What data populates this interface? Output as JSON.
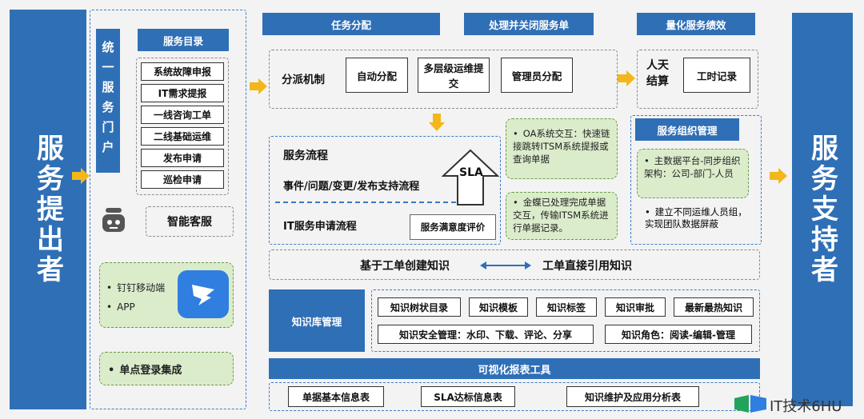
{
  "left_column": "服务提出者",
  "right_column": "服务支持者",
  "portal": {
    "title": "统一服务门户",
    "catalog_header": "服务目录",
    "catalog_items": [
      "系统故障申报",
      "IT需求提报",
      "一线咨询工单",
      "二线基础运维",
      "发布申请",
      "巡检申请"
    ],
    "bot_label": "智能客服",
    "mobile_items": [
      "钉钉移动端",
      "APP"
    ],
    "sso": "单点登录集成"
  },
  "top_headers": {
    "assign": "任务分配",
    "process": "处理并关闭服务单",
    "measure": "量化服务绩效"
  },
  "dispatch": {
    "label": "分派机制",
    "options": [
      "自动分配",
      "多层级运维提交",
      "管理员分配"
    ]
  },
  "performance": {
    "label": "人天结算",
    "box": "工时记录"
  },
  "flow": {
    "label": "服务流程",
    "sub": "事件/问题/变更/发布支持流程",
    "request": "IT服务申请流程",
    "satisfaction": "服务满意度评价",
    "sla": "SLA"
  },
  "notes": {
    "oa": "OA系统交互：快速链接跳转ITSM系统提报或查询单据",
    "kingdee": "金蝶已处理完成单据交互，传输ITSM系统进行单据记录。"
  },
  "org": {
    "header": "服务组织管理",
    "items": [
      "主数据平台-同步组织架构：公司-部门-人员",
      "建立不同运维人员组，实现团队数据屏蔽"
    ]
  },
  "knowledge_link": {
    "left": "基于工单创建知识",
    "right": "工单直接引用知识"
  },
  "kb": {
    "label": "知识库管理",
    "row1": [
      "知识树状目录",
      "知识模板",
      "知识标签",
      "知识审批",
      "最新最热知识"
    ],
    "row2": [
      "知识安全管理：水印、下载、评论、分享",
      "知识角色：阅读-编辑-管理"
    ]
  },
  "report": {
    "header": "可视化报表工具",
    "items": [
      "单据基本信息表",
      "SLA达标信息表",
      "知识维护及应用分析表"
    ]
  },
  "watermark": "IT技术6HU",
  "colors": {
    "blue": "#2f6fb6",
    "green": "#dbeccb",
    "arrow": "#f3b71b"
  }
}
